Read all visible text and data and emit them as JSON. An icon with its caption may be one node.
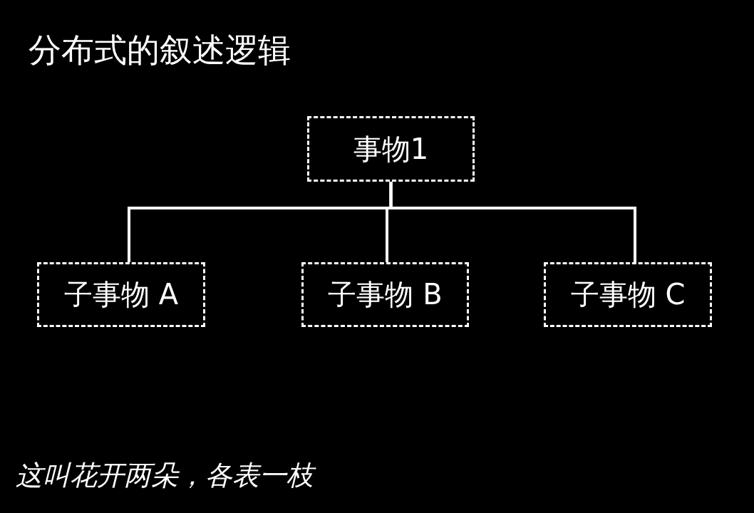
{
  "diagram": {
    "title": "分布式的叙述逻辑",
    "caption": "这叫花开两朵，各表一枝",
    "nodes": [
      {
        "text": [
          "事物1"
        ]
      },
      {
        "text": [
          "子事物 A"
        ]
      },
      {
        "text": [
          "子事物 B"
        ]
      },
      {
        "text": [
          "子事物 C"
        ]
      }
    ],
    "edges": [
      {
        "from": 0,
        "to": 1,
        "arrow": "none"
      },
      {
        "from": 0,
        "to": 2,
        "arrow": "none"
      },
      {
        "from": 0,
        "to": 3,
        "arrow": "none"
      }
    ]
  }
}
